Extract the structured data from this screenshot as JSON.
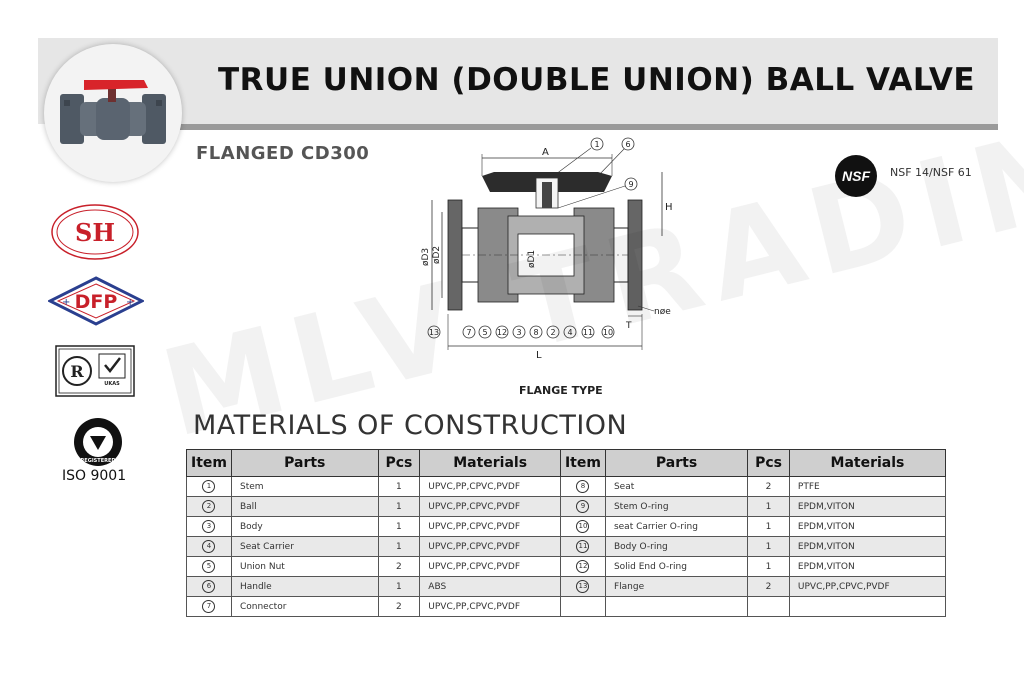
{
  "header": {
    "title": "TRUE UNION (DOUBLE UNION) BALL VALVE",
    "subtitle": "FLANGED CD300"
  },
  "certification": {
    "nsf_badge": "NSF",
    "nsf_text": "NSF 14/NSF  61",
    "iso_label": "ISO 9001",
    "iso_seal_text": "REGISTERED",
    "shh_logo_text": "SH",
    "dfp_logo_text": "DFP",
    "ukas_text": "UKAS"
  },
  "drawing": {
    "caption": "FLANGE TYPE",
    "labels": {
      "A": "A",
      "H": "H",
      "D3": "øD3",
      "D2": "øD2",
      "D1": "øD1",
      "L": "L",
      "T": "T",
      "ne": "nøe"
    },
    "callouts_top": [
      "1",
      "6",
      "9"
    ],
    "callouts_bottom": [
      "13",
      "7",
      "5",
      "12",
      "3",
      "8",
      "2",
      "4",
      "11",
      "10"
    ]
  },
  "materials": {
    "heading": "MATERIALS OF CONSTRUCTION",
    "headers": [
      "Item",
      "Parts",
      "Pcs",
      "Materials",
      "Item",
      "Parts",
      "Pcs",
      "Materials"
    ],
    "rows": [
      {
        "left": {
          "item": "1",
          "part": "Stem",
          "pcs": "1",
          "material": "UPVC,PP,CPVC,PVDF"
        },
        "right": {
          "item": "8",
          "part": "Seat",
          "pcs": "2",
          "material": "PTFE"
        }
      },
      {
        "left": {
          "item": "2",
          "part": "Ball",
          "pcs": "1",
          "material": "UPVC,PP,CPVC,PVDF"
        },
        "right": {
          "item": "9",
          "part": "Stem O-ring",
          "pcs": "1",
          "material": "EPDM,VITON"
        }
      },
      {
        "left": {
          "item": "3",
          "part": "Body",
          "pcs": "1",
          "material": "UPVC,PP,CPVC,PVDF"
        },
        "right": {
          "item": "10",
          "part": "seat Carrier O-ring",
          "pcs": "1",
          "material": "EPDM,VITON"
        }
      },
      {
        "left": {
          "item": "4",
          "part": "Seat Carrier",
          "pcs": "1",
          "material": "UPVC,PP,CPVC,PVDF"
        },
        "right": {
          "item": "11",
          "part": "Body O-ring",
          "pcs": "1",
          "material": "EPDM,VITON"
        }
      },
      {
        "left": {
          "item": "5",
          "part": "Union Nut",
          "pcs": "2",
          "material": "UPVC,PP,CPVC,PVDF"
        },
        "right": {
          "item": "12",
          "part": "Solid End O-ring",
          "pcs": "1",
          "material": "EPDM,VITON"
        }
      },
      {
        "left": {
          "item": "6",
          "part": "Handle",
          "pcs": "1",
          "material": "ABS"
        },
        "right": {
          "item": "13",
          "part": "Flange",
          "pcs": "2",
          "material": "UPVC,PP,CPVC,PVDF"
        }
      },
      {
        "left": {
          "item": "7",
          "part": "Connector",
          "pcs": "2",
          "material": "UPVC,PP,CPVC,PVDF"
        },
        "right": {
          "item": "",
          "part": "",
          "pcs": "",
          "material": ""
        }
      }
    ]
  },
  "watermark": "MLV TRADING",
  "colors": {
    "banner": "#e6e6e6",
    "handle_red": "#d8242a",
    "valve_grey": "#5a6470",
    "logo_red": "#c8202a",
    "logo_blue": "#2a3f8f"
  }
}
